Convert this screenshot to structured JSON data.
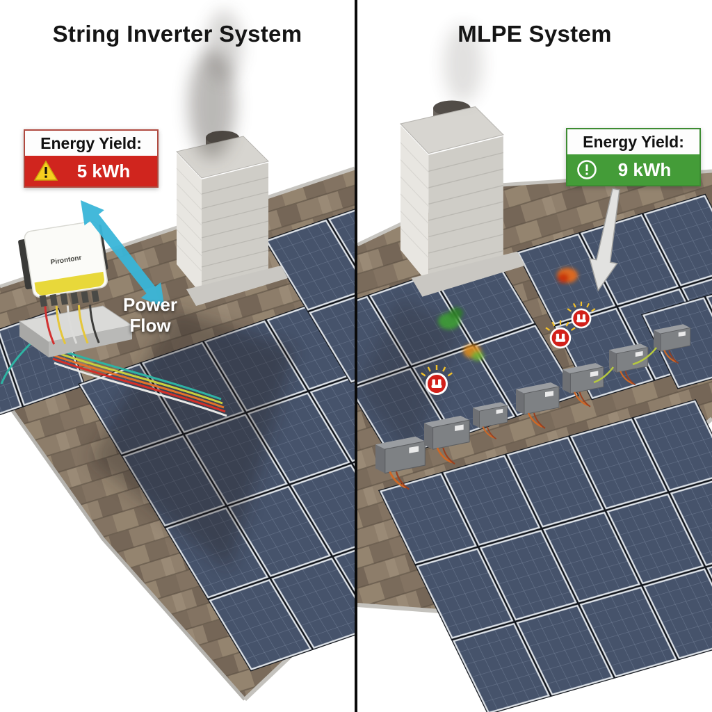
{
  "meta": {
    "type": "comparison-diagram",
    "subject": "Rooftop solar PV: string inverter vs module-level power electronics"
  },
  "left": {
    "title": "String Inverter System",
    "energy_badge": {
      "label": "Energy Yield:",
      "value": "5 kWh",
      "status": "warning",
      "bar_color": "#d0251e",
      "icon": "warning-triangle-icon"
    },
    "power_flow": {
      "line1": "Power",
      "line2": "Flow",
      "arrow_color": "#39b5d8",
      "icon": "double-headed-arrow-icon"
    },
    "inverter": {
      "brand_label": "Pirontonr",
      "body_color": "#fafaf8",
      "accent_color": "#e8d83a"
    }
  },
  "right": {
    "title": "MLPE System",
    "energy_badge": {
      "label": "Energy Yield:",
      "value": "9 kWh",
      "status": "good",
      "bar_color": "#449c38",
      "icon": "alert-circle-icon"
    },
    "pointer_arrow": {
      "color": "#e2e2e0",
      "icon": "down-arrow-icon"
    },
    "module_electronics_count": 7,
    "fault_icons": {
      "count": 3,
      "icon": "power-alert-icon",
      "color": "#d2201a"
    }
  },
  "scene_colors": {
    "roof": "#8a7a69",
    "roof_dark": "#6e5f50",
    "panel": "#46536b",
    "panel_grid": "#7e8ca3",
    "chimney": "#d7d5d0",
    "divider": "#0a0a0a",
    "sky": "#ffffff"
  }
}
